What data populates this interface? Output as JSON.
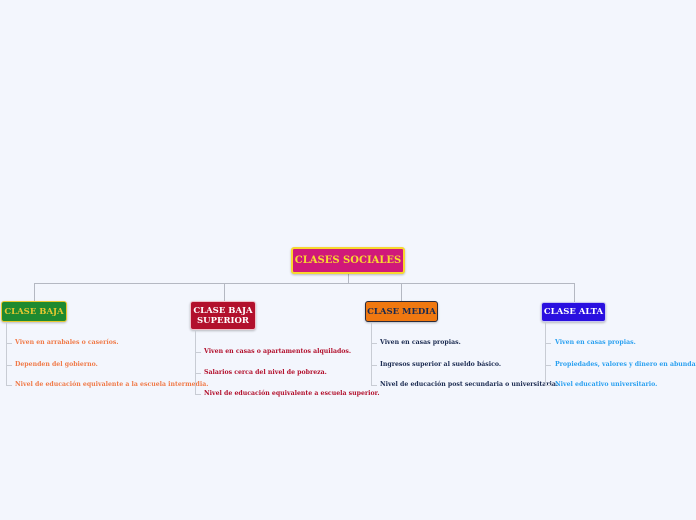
{
  "root": {
    "label": "CLASES SOCIALES",
    "bg": "#d0187a",
    "color": "#f8d830"
  },
  "branches": [
    {
      "label": "CLASE BAJA",
      "bg": "#1e8a30",
      "color": "#e8c830",
      "border": "#e8c830",
      "leaf_color": "#f07a48",
      "items": [
        "Viven en arrabales o caseríos.",
        "Dependen del gobierno.",
        "Nivel de educación equivalente a la escuela intermedia."
      ]
    },
    {
      "label": "CLASE BAJA SUPERIOR",
      "bg": "#b2102c",
      "color": "#ffffff",
      "border": "#f0c0c8",
      "leaf_color": "#b2102c",
      "items": [
        "Viven en casas o apartamentos alquilados.",
        "Salarios cerca del nivel de pobreza.",
        "Nivel de educación equivalente a escuela superior."
      ]
    },
    {
      "label": "CLASE MEDIA",
      "bg": "#f07810",
      "color": "#1a2a50",
      "border": "#2a2a3a",
      "leaf_color": "#1a2a50",
      "items": [
        "Viven en casas propias.",
        "Ingresos superior al sueldo básico.",
        "Nivel de educación post secundaria o universitaria."
      ]
    },
    {
      "label": "CLASE ALTA",
      "bg": "#2a10e0",
      "color": "#ffffff",
      "border": "#c8c8f0",
      "leaf_color": "#2aa0f0",
      "items": [
        "Viven en casas propias.",
        "Propiedades, valores y dinero en abundancia.",
        "Nivel educativo universitario."
      ]
    }
  ]
}
